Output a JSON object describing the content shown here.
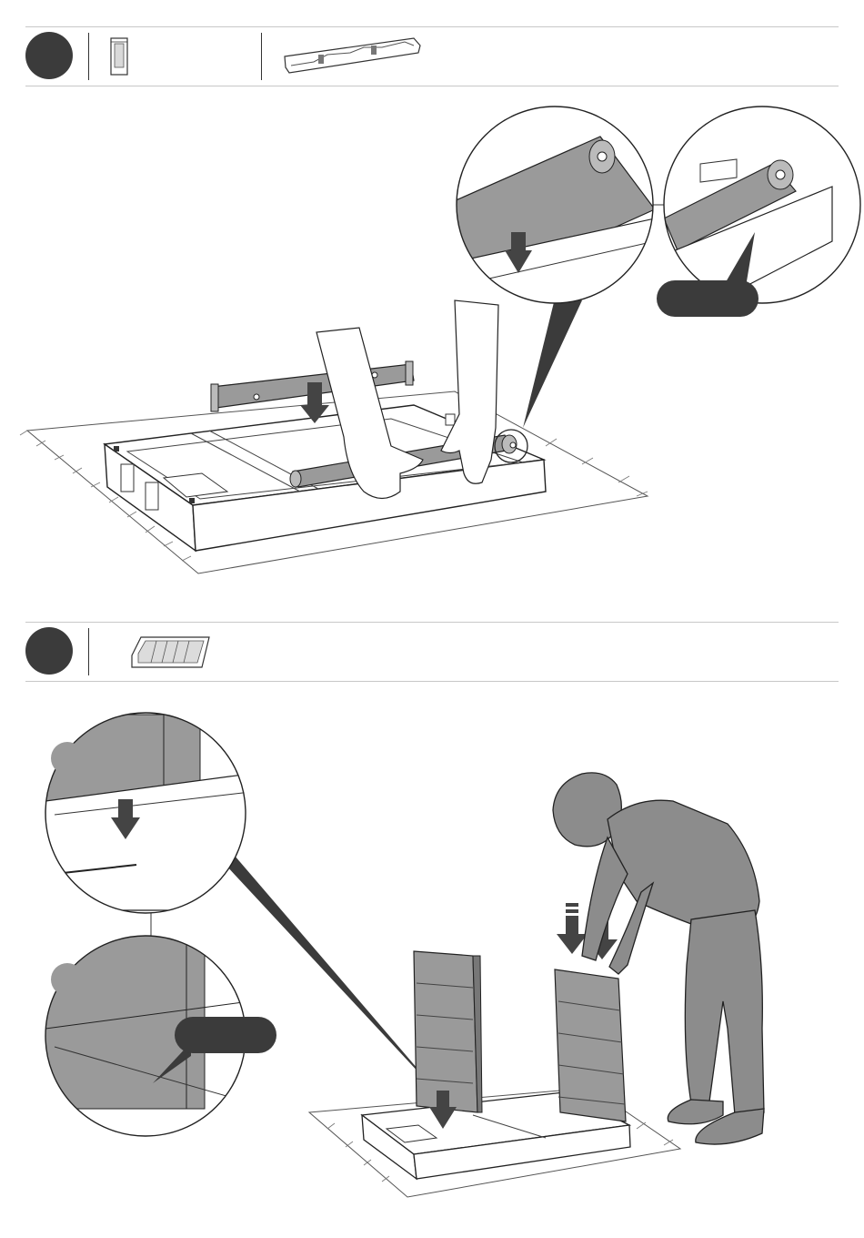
{
  "page": {
    "steps": [
      {
        "number": "",
        "parts": [
          "rail-part",
          "rear-rail-part"
        ]
      },
      {
        "number": "",
        "parts": [
          "wall-panel-part"
        ]
      }
    ],
    "callouts": [
      {
        "label": ""
      },
      {
        "label": ""
      }
    ],
    "sub_steps": [
      {
        "label": ""
      },
      {
        "label": ""
      }
    ]
  }
}
